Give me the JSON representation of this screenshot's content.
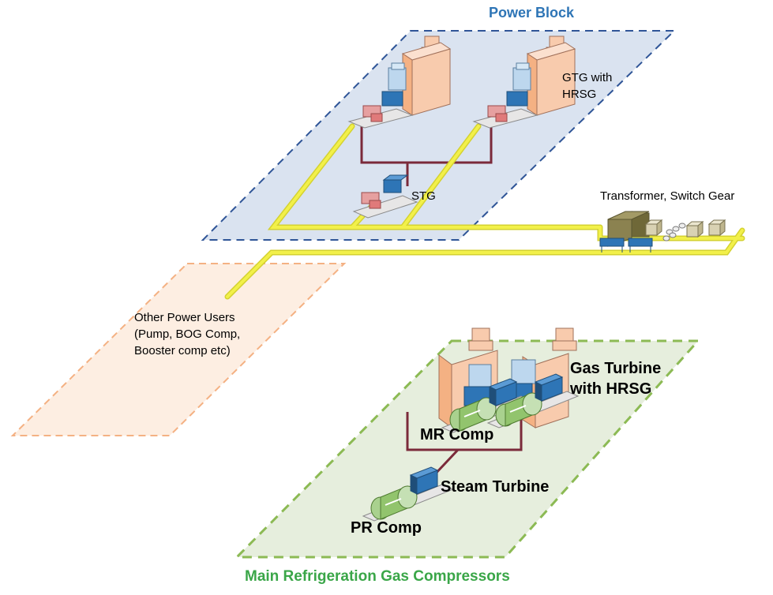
{
  "power_block": {
    "title": "Power Block",
    "gtg_label_line1": "GTG with",
    "gtg_label_line2": "HRSG",
    "stg_label": "STG",
    "transformer_label": "Transformer, Switch Gear"
  },
  "other_users": {
    "line1": "Other Power Users",
    "line2": "(Pump, BOG Comp,",
    "line3": "Booster comp etc)"
  },
  "refrigeration": {
    "title": "Main Refrigeration Gas Compressors",
    "gas_turbine_line1": "Gas Turbine",
    "gas_turbine_line2": "with HRSG",
    "mr_comp": "MR Comp",
    "steam_turbine": "Steam Turbine",
    "pr_comp": "PR Comp"
  },
  "colors": {
    "power_block_title": "#2e75b6",
    "power_block_fill": "#dae3f0",
    "power_block_border": "#2f5597",
    "refrigeration_title": "#3aa648",
    "refrigeration_fill": "#e6eedd",
    "refrigeration_border": "#8cba54",
    "other_users_fill": "#fdeee2",
    "other_users_border": "#f4b183",
    "cable": "#f2f04a",
    "piping": "#7b2a3a"
  }
}
